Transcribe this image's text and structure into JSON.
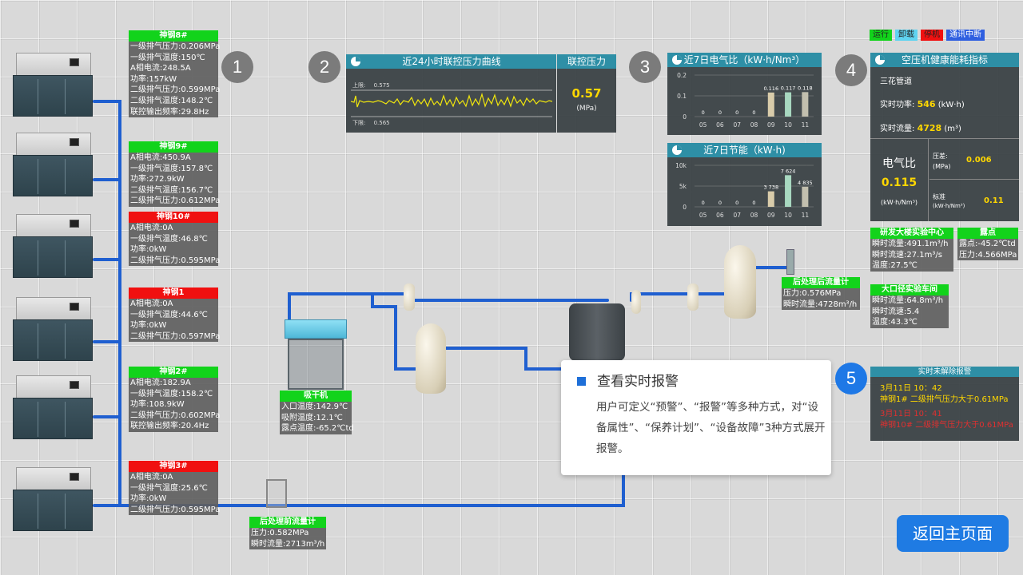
{
  "legend": [
    {
      "label": "运行",
      "color": "#12d31b",
      "text": "#222"
    },
    {
      "label": "卸载",
      "color": "#5fd3f0",
      "text": "#222"
    },
    {
      "label": "停机",
      "color": "#f01010",
      "text": "#222"
    },
    {
      "label": "通讯中断",
      "color": "#2f5fe0",
      "text": "#fff"
    }
  ],
  "markers": [
    "1",
    "2",
    "3",
    "4",
    "5"
  ],
  "compressors": [
    {
      "name": "神钢8#",
      "status": "green",
      "rows": [
        "一级排气压力:0.206MPa",
        "一级排气温度:150℃",
        "A相电流:248.5A",
        "功率:157kW",
        "二级排气压力:0.599MPa",
        "二级排气温度:148.2℃",
        "联控输出频率:29.8Hz"
      ]
    },
    {
      "name": "神钢9#",
      "status": "green",
      "rows": [
        "A相电流:450.9A",
        "一级排气温度:157.8℃",
        "功率:272.9kW",
        "二级排气温度:156.7℃",
        "二级排气压力:0.612MPa"
      ]
    },
    {
      "name": "神钢10#",
      "status": "red",
      "rows": [
        "A相电流:0A",
        "一级排气温度:46.8℃",
        "功率:0kW",
        "二级排气压力:0.595MPa"
      ]
    },
    {
      "name": "神钢1",
      "status": "red",
      "rows": [
        "A相电流:0A",
        "一级排气温度:44.6℃",
        "功率:0kW",
        "二级排气压力:0.597MPa"
      ]
    },
    {
      "name": "神钢2#",
      "status": "green",
      "rows": [
        "A相电流:182.9A",
        "一级排气温度:158.2℃",
        "功率:108.9kW",
        "二级排气压力:0.602MPa",
        "联控输出频率:20.4Hz"
      ]
    },
    {
      "name": "神钢3#",
      "status": "red",
      "rows": [
        "A相电流:0A",
        "一级排气温度:25.6℃",
        "功率:0kW",
        "二级排气压力:0.595MPa"
      ]
    }
  ],
  "pressure_panel": {
    "title": "近24小时联控压力曲线",
    "upper_label": "上限:",
    "upper_value": "0.575",
    "lower_label": "下限:",
    "lower_value": "0.565",
    "side_title": "联控压力",
    "value": "0.57",
    "unit": "(MPa)"
  },
  "ratio_panel": {
    "title": "近7日电气比（kW·h/Nm³）",
    "yticks": [
      "0.2",
      "0.1",
      "0"
    ]
  },
  "saving_panel": {
    "title": "近7日节能（kW·h)",
    "yticks": [
      "10k",
      "5k",
      "0"
    ]
  },
  "chart_data": [
    {
      "type": "bar",
      "title": "近7日电气比（kW·h/Nm³）",
      "categories": [
        "05",
        "06",
        "07",
        "08",
        "09",
        "10",
        "11"
      ],
      "values": [
        0,
        0,
        0,
        0,
        0.116,
        0.117,
        0.118
      ],
      "labels": [
        "0",
        "0",
        "0",
        "0",
        "0.116",
        "0.117",
        "0.118"
      ],
      "ylim": [
        0,
        0.2
      ]
    },
    {
      "type": "bar",
      "title": "近7日节能（kW·h)",
      "categories": [
        "05",
        "06",
        "07",
        "08",
        "09",
        "10",
        "11"
      ],
      "values": [
        0,
        0,
        0,
        0,
        3738,
        7624,
        4835
      ],
      "labels": [
        "0",
        "0",
        "0",
        "0",
        "3 738",
        "7 624",
        "4 835"
      ],
      "ylim": [
        0,
        10000
      ]
    }
  ],
  "health_panel": {
    "title": "空压机健康能耗指标",
    "subtitle": "三花管道",
    "power_label": "实时功率:",
    "power_value": "546",
    "power_unit": "(kW·h)",
    "flow_label": "实时流量:",
    "flow_value": "4728",
    "flow_unit": "(m³)",
    "ratio_label": "电气比",
    "ratio_value": "0.115",
    "ratio_unit": "(kW·h/Nm³)",
    "diff_label": "压差:",
    "diff_unit": "(MPa)",
    "diff_value": "0.006",
    "std_label": "标准",
    "std_unit": "(kW·h/Nm³)",
    "std_value": "0.11"
  },
  "meters": [
    {
      "name": "研发大楼实验中心",
      "rows": [
        "瞬时流量:491.1m³/h",
        "瞬时流速:27.1m³/s",
        "温度:27.5℃"
      ]
    },
    {
      "name": "露点",
      "rows": [
        "露点:-45.2℃td",
        "压力:4.566MPa"
      ]
    },
    {
      "name": "后处理后流量计",
      "rows": [
        "压力:0.576MPa",
        "瞬时流量:4728m³/h"
      ]
    },
    {
      "name": "大口径实验车间",
      "rows": [
        "瞬时流量:64.8m³/h",
        "瞬时流速:5.4",
        "温度:43.3℃"
      ]
    },
    {
      "name": "吸干机",
      "rows": [
        "入口温度:142.9℃",
        "吸附温度:12.1℃",
        "露点温度:-65.2℃td"
      ]
    },
    {
      "name": "后处理前流量计",
      "rows": [
        "压力:0.582MPa",
        "瞬时流量:2713m³/h"
      ]
    }
  ],
  "alarm": {
    "title": "实时未解除报警",
    "time1": "3月11日 10：42",
    "msg1": "神钢1# 二级排气压力大于0.61MPa",
    "time2": "3月11日 10：41",
    "msg2": "神钢10# 二级排气压力大于0.61MPa"
  },
  "callout": {
    "title": "查看实时报警",
    "body": "用户可定义“预警”、“报警”等多种方式，对“设备属性”、“保养计划”、“设备故障”3种方式展开报警。"
  },
  "home_button": "返回主页面"
}
